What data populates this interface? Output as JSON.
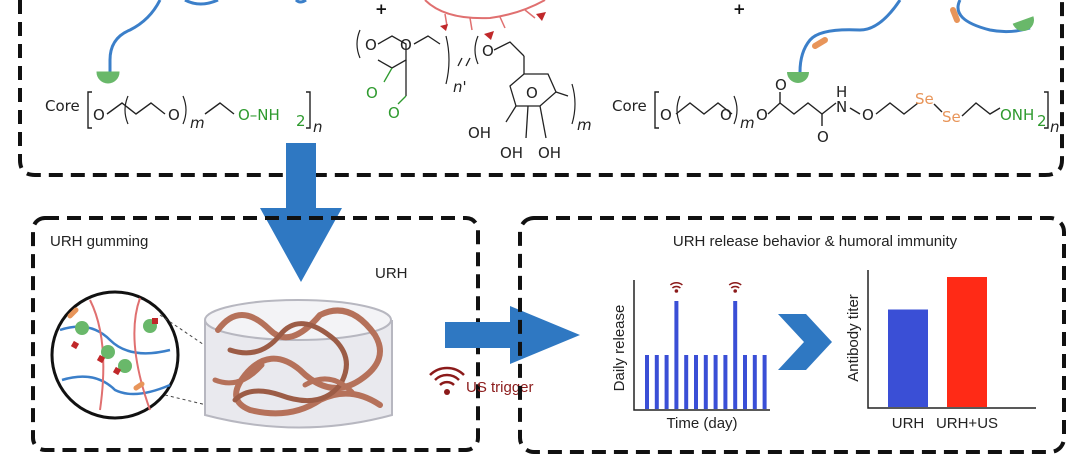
{
  "synthesis": {
    "plus_sign": "+",
    "core_label": "Core",
    "left_formula": {
      "repeat_m": "m",
      "oxygen": "O",
      "amine": "O–NH",
      "amine_sub": "2",
      "repeat_n": "n"
    },
    "middle_formula": {
      "oxygen": "O",
      "repeat_n": "n'",
      "repeat_m": "m",
      "hydroxyl": "OH"
    },
    "right_formula": {
      "repeat_m": "m",
      "oxygen": "O",
      "nh": "H",
      "n_atom": "N",
      "se": "Se",
      "onh": "ONH",
      "onh_sub": "2",
      "repeat_n": "n"
    }
  },
  "gumming": {
    "title": "URH gumming",
    "urh_label": "URH",
    "trigger_label": "US trigger"
  },
  "release": {
    "title": "URH release behavior & humoral immunity",
    "chart_data": [
      {
        "type": "bar",
        "xlabel": "Time (day)",
        "ylabel": "Daily release",
        "values": [
          1,
          1,
          1,
          2,
          1,
          1,
          1,
          1,
          1,
          2,
          1,
          1,
          1
        ],
        "trigger_days": [
          4,
          10
        ]
      },
      {
        "type": "bar",
        "xlabel": "",
        "ylabel": "Antibody titer",
        "categories": [
          "URH",
          "URH+US"
        ],
        "values": [
          0.75,
          1.0
        ]
      }
    ]
  },
  "colors": {
    "arrow_blue": "#2f78c2",
    "bar_blue": "#3a4fd6",
    "bar_red": "#ff2a16",
    "chem_green": "#2e9a2e",
    "chem_orange": "#e8955a",
    "trigger_red": "#8b1a1a",
    "gel_brown": "#b5715a"
  }
}
